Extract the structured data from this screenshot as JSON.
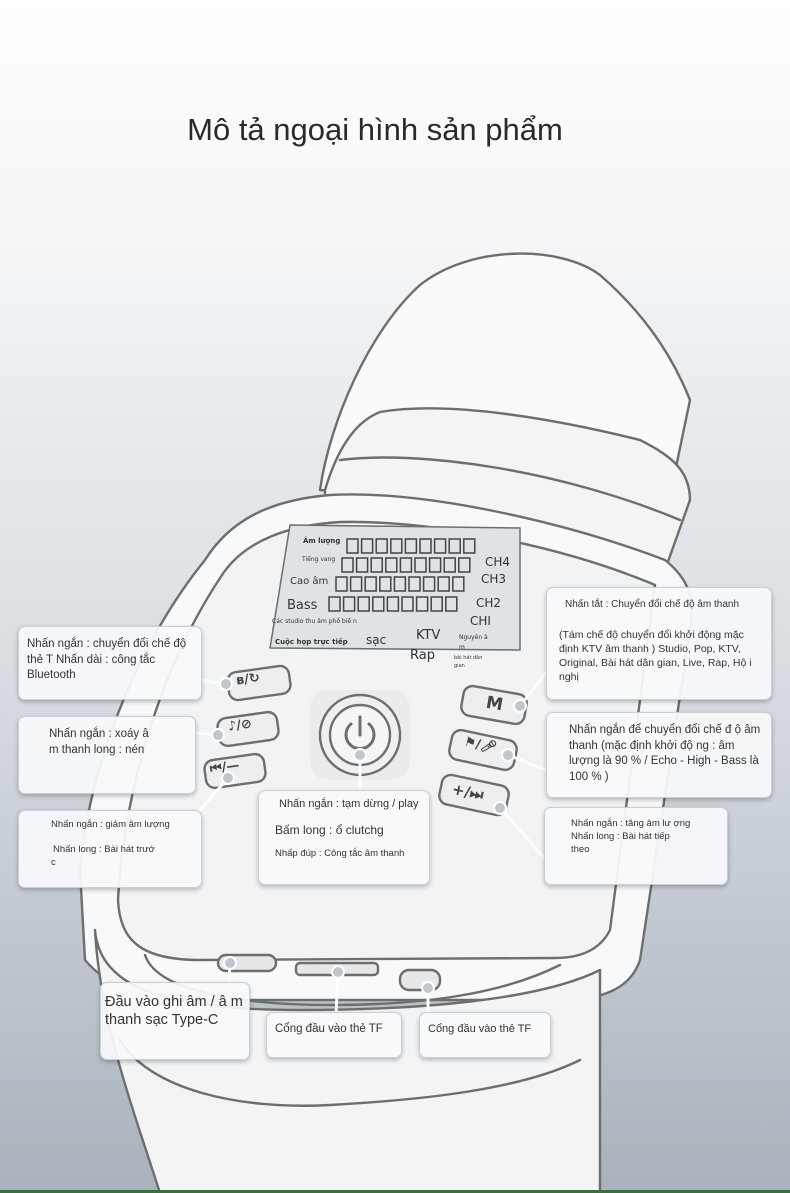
{
  "title": "Mô tả ngoại hình sản phẩm",
  "lcd": {
    "volume": "Âm lượng",
    "reverb": "Tiếng vang",
    "treble": "Cao âm",
    "bass": "Bass",
    "studio": "Các studio thu âm phổ biế n",
    "live": "Cuộc họp trực tiếp",
    "charge": "sạc",
    "ktv": "KTV",
    "rap": "Rap",
    "original": "Nguyên â m",
    "folk": "bài hát dân gian",
    "ch4": "CH4",
    "ch3": "CH3",
    "ch2": "CH2",
    "ch1": "CHI"
  },
  "buttons": {
    "m": "M",
    "plus_next": "+/⏭",
    "prev_minus": "⏮/—"
  },
  "callouts": {
    "bluetooth": "Nhấn ngắn : chuyển đổi chế độ thẻ T Nhấn dài : công tắc Bluetooth",
    "vocal": [
      "Nhấn ngắn : xoáy â",
      "m thanh long : nén"
    ],
    "prev": [
      "Nhấn ngắn : giảm âm lượng",
      "Nhấn long : Bài hát trướ",
      "c"
    ],
    "power": [
      "Nhấn ngắn : tạm dừng / play",
      "Bấm long : ổ clutchg",
      "Nhấp đúp : Công tắc âm thanh"
    ],
    "mode_title": "Nhấn tắt : Chuyển đổi chế độ âm thanh",
    "mode_body": "(Tám chế độ chuyển đổi khởi động mặc định KTV âm thanh ) Studio, Pop, KTV, Original, Bài hát dân gian, Live, Rap, Hộ i nghị",
    "effect": "Nhấn ngắn để chuyển đổi chế đ ộ âm thanh (mặc định khởi độ ng : âm lượng là 90 % / Echo - High - Bass là 100 % )",
    "next": [
      "Nhấn ngắn : tăng âm lư ợng",
      "Nhấn long : Bài hát tiếp theo"
    ],
    "typec": "Đầu vào ghi âm / â m thanh sạc Type-C",
    "tf1": "Cổng đầu vào thẻ TF",
    "tf2": "Cổng đầu vào thẻ TF"
  },
  "colors": {
    "line": "#6e6e6e",
    "accent_green": "#3a6e3a"
  }
}
